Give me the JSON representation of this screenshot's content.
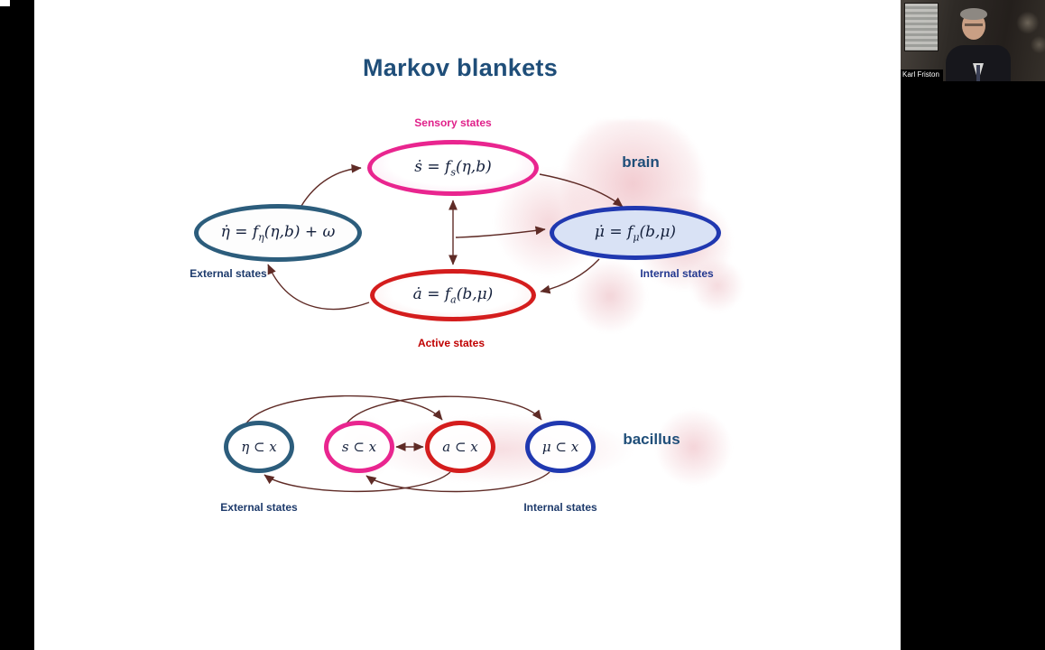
{
  "slide": {
    "title": "Markov blankets",
    "top_diagram": {
      "sensory": {
        "label": "Sensory states",
        "formula": {
          "lhs": "ṡ = f",
          "sub": "s",
          "rhs": "(η,b)"
        }
      },
      "external": {
        "label": "External states",
        "formula": {
          "lhs": "η̇ = f",
          "sub": "η",
          "rhs": "(η,b) + ω"
        }
      },
      "internal": {
        "label": "Internal states",
        "formula": {
          "lhs": "μ̇ = f",
          "sub": "μ",
          "rhs": "(b,μ)"
        }
      },
      "active": {
        "label": "Active states",
        "formula": {
          "lhs": "ȧ = f",
          "sub": "a",
          "rhs": "(b,μ)"
        }
      },
      "brain_label": "brain"
    },
    "bottom_diagram": {
      "nodes": [
        {
          "text": "η ⊂ x"
        },
        {
          "text": "s ⊂ x"
        },
        {
          "text": "a ⊂ x"
        },
        {
          "text": "μ ⊂ x"
        }
      ],
      "bacillus_label": "bacillus",
      "external_label": "External states",
      "internal_label": "Internal states"
    },
    "colors": {
      "title_navy": "#1f4e79",
      "sensory_pink": "#e9258f",
      "external_steel": "#2c5d7c",
      "internal_blue": "#2038b0",
      "active_red": "#d41d1d",
      "label_navy": "#1d3a6b",
      "arrow_maroon": "#5f2b26"
    }
  },
  "video_panel": {
    "participant_name": "Karl Friston"
  }
}
